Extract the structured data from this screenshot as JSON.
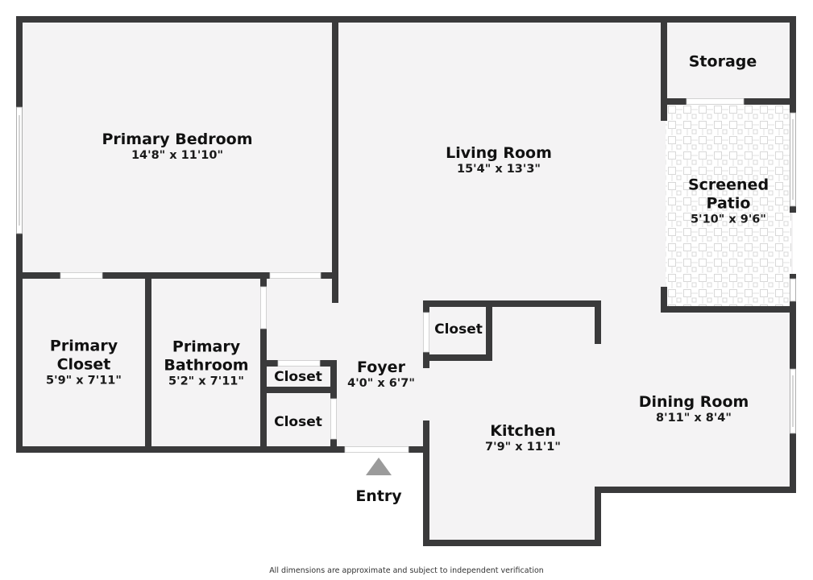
{
  "colors": {
    "wall": "#3a3a3b",
    "floor": "#f4f3f4",
    "background": "#ffffff",
    "window": "#ffffff",
    "patio_tile": "#d6d6d6",
    "entry_marker": "#9b9b9b",
    "text": "#111111"
  },
  "rooms": {
    "primary_bedroom": {
      "name": "Primary Bedroom",
      "dimensions": "14'8\" x 11'10\""
    },
    "living_room": {
      "name": "Living Room",
      "dimensions": "15'4\" x 13'3\""
    },
    "storage": {
      "name": "Storage"
    },
    "screened_patio": {
      "name_line1": "Screened",
      "name_line2": "Patio",
      "dimensions": "5'10\" x 9'6\""
    },
    "primary_closet": {
      "name_line1": "Primary",
      "name_line2": "Closet",
      "dimensions": "5'9\" x 7'11\""
    },
    "primary_bathroom": {
      "name_line1": "Primary",
      "name_line2": "Bathroom",
      "dimensions": "5'2\" x 7'11\""
    },
    "closet_upper": {
      "name": "Closet"
    },
    "closet_lower": {
      "name": "Closet"
    },
    "closet_kitchen": {
      "name": "Closet"
    },
    "foyer": {
      "name": "Foyer",
      "dimensions": "4'0\" x 6'7\""
    },
    "kitchen": {
      "name": "Kitchen",
      "dimensions": "7'9\" x 11'1\""
    },
    "dining_room": {
      "name": "Dining Room",
      "dimensions": "8'11\" x 8'4\""
    }
  },
  "entry": {
    "label": "Entry",
    "marker_icon": "triangle-up"
  },
  "footer": {
    "disclaimer": "All dimensions are approximate and subject to independent verification"
  }
}
